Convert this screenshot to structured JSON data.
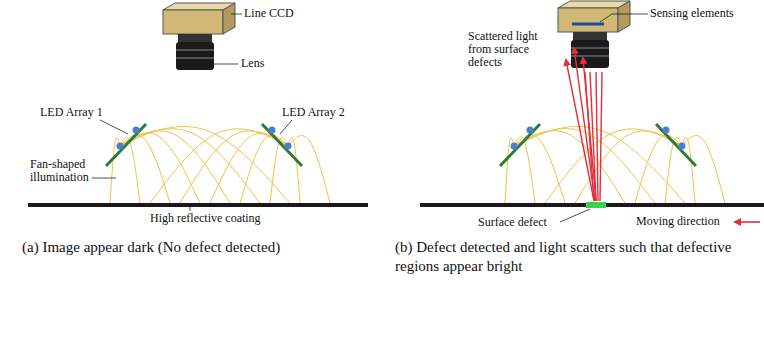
{
  "diagram": {
    "labels": [
      "Line CCD",
      "Lens",
      "LED Array 1",
      "LED Array 2",
      "Fan-shaped illumination",
      "High reflective coating",
      "(a) Image appear dark (No defect detected)",
      "Sensing elements",
      "Scattered light from surface defects",
      "Surface defect",
      "Moving direction",
      "(b) Defect detected and light scatters such that defective regions appear bright"
    ]
  }
}
